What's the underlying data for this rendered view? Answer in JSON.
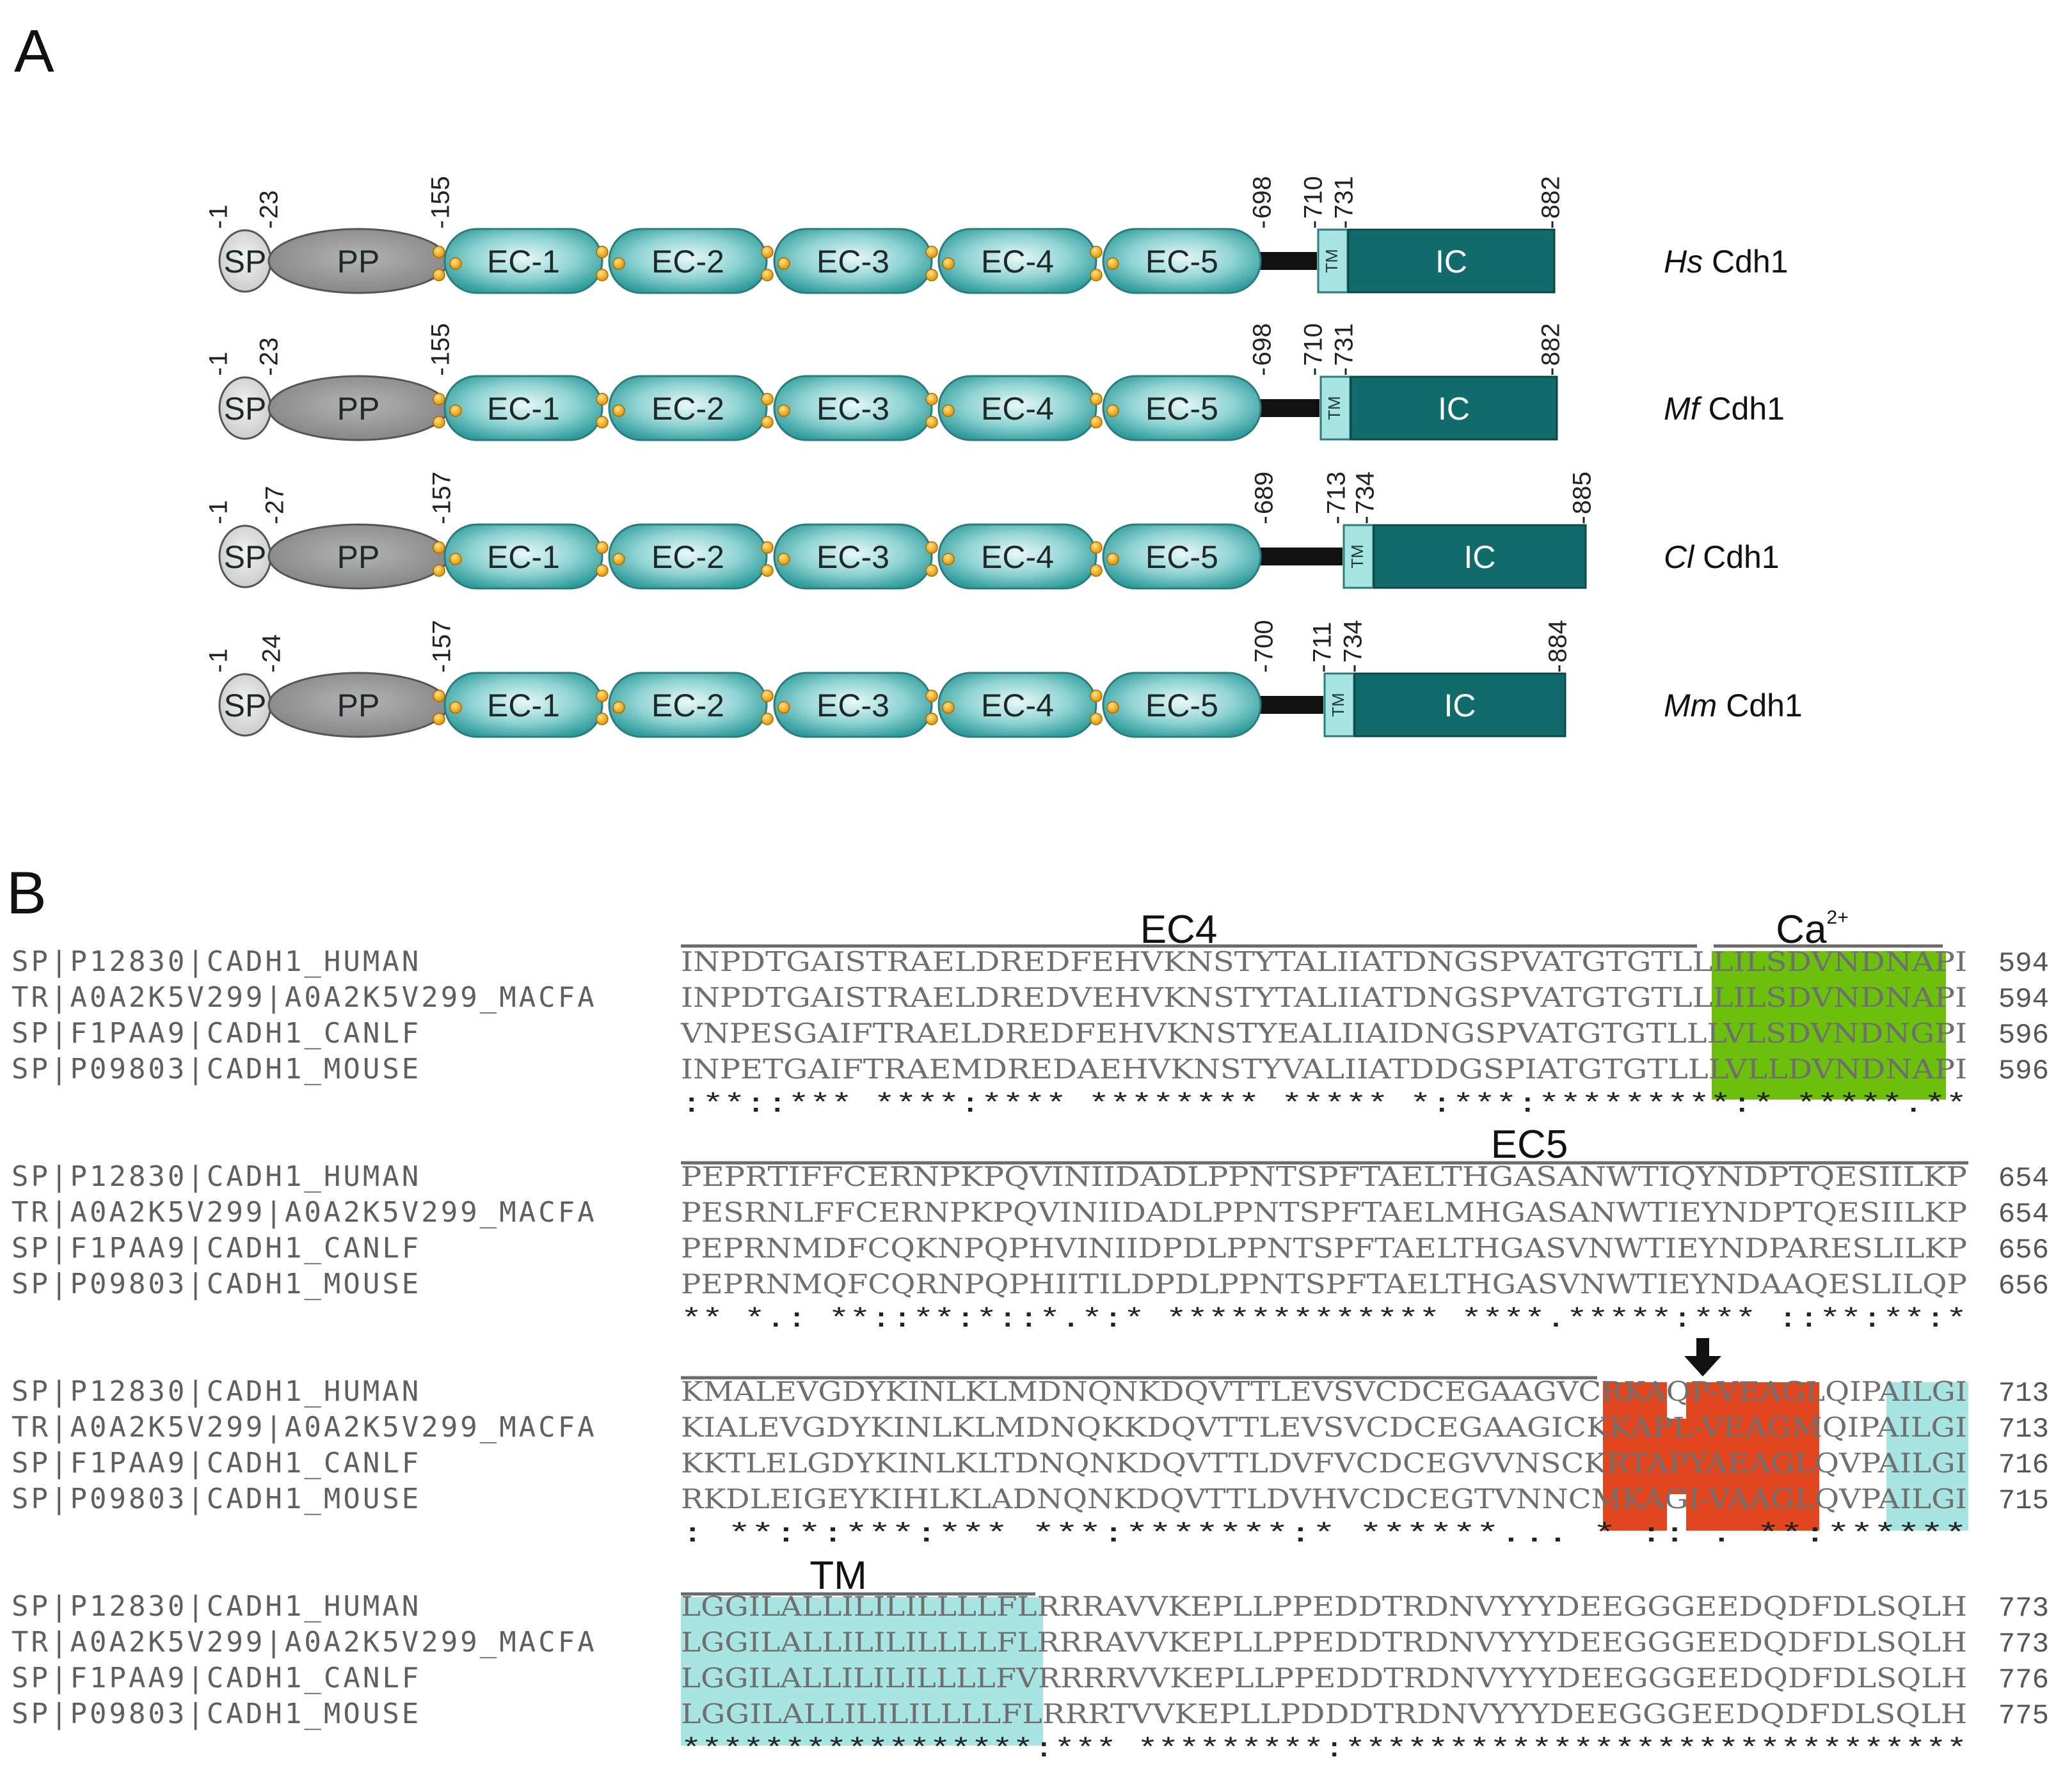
{
  "panelA": {
    "letter": "A",
    "rows": [
      {
        "species_italic": "Hs",
        "species_rest": " Cdh1",
        "sp_label": "SP",
        "pp_label": "PP",
        "ec_labels": [
          "EC-1",
          "EC-2",
          "EC-3",
          "EC-4",
          "EC-5"
        ],
        "tm_label": "TM",
        "ic_label": "IC",
        "positions": [
          "1",
          "23",
          "155",
          "698",
          "710",
          "731",
          "882"
        ]
      },
      {
        "species_italic": "Mf",
        "species_rest": " Cdh1",
        "sp_label": "SP",
        "pp_label": "PP",
        "ec_labels": [
          "EC-1",
          "EC-2",
          "EC-3",
          "EC-4",
          "EC-5"
        ],
        "tm_label": "TM",
        "ic_label": "IC",
        "positions": [
          "1",
          "23",
          "155",
          "698",
          "710",
          "731",
          "882"
        ]
      },
      {
        "species_italic": "Cl",
        "species_rest": " Cdh1",
        "sp_label": "SP",
        "pp_label": "PP",
        "ec_labels": [
          "EC-1",
          "EC-2",
          "EC-3",
          "EC-4",
          "EC-5"
        ],
        "tm_label": "TM",
        "ic_label": "IC",
        "positions": [
          "1",
          "27",
          "157",
          "689",
          "713",
          "734",
          "885"
        ]
      },
      {
        "species_italic": "Mm",
        "species_rest": " Cdh1",
        "sp_label": "SP",
        "pp_label": "PP",
        "ec_labels": [
          "EC-1",
          "EC-2",
          "EC-3",
          "EC-4",
          "EC-5"
        ],
        "tm_label": "TM",
        "ic_label": "IC",
        "positions": [
          "1",
          "24",
          "157",
          "700",
          "711",
          "734",
          "884"
        ]
      }
    ]
  },
  "panelB": {
    "letter": "B",
    "names": [
      "SP|P12830|CADH1_HUMAN",
      "TR|A0A2K5V299|A0A2K5V299_MACFA",
      "SP|F1PAA9|CADH1_CANLF",
      "SP|P09803|CADH1_MOUSE"
    ],
    "blocks": [
      {
        "rows": [
          {
            "seq": "INPDTGAISTRAELDREDFEHVKNSTYTALIIATDNGSPVATGTGTLLLILSDVNDNAPI",
            "num": "594"
          },
          {
            "seq": "INPDTGAISTRAELDREDVEHVKNSTYTALIIATDNGSPVATGTGTLLLILSDVNDNAPI",
            "num": "594"
          },
          {
            "seq": "VNPESGAIFTRAELDREDFEHVKNSTYEALIIAIDNGSPVATGTGTLLLVLSDVNDNGPI",
            "num": "596"
          },
          {
            "seq": "INPETGAIFTRAEMDREDAEHVKNSTYVALIIATDDGSPIATGTGTLLLVLLDVNDNAPI",
            "num": "596"
          }
        ],
        "consensus": ":**::*** ****:**** ******** ***** *:***:*********:* *****.**"
      },
      {
        "rows": [
          {
            "seq": "PEPRTIFFCERNPKPQVINIIDADLPPNTSPFTAELTHGASANWTIQYNDPTQESIILKP",
            "num": "654"
          },
          {
            "seq": "PESRNLFFCERNPKPQVINIIDADLPPNTSPFTAELMHGASANWTIEYNDPTQESIILKP",
            "num": "654"
          },
          {
            "seq": "PEPRNMDFCQKNPQPHVINIIDPDLPPNTSPFTAELTHGASVNWTIEYNDPARESLILKP",
            "num": "656"
          },
          {
            "seq": "PEPRNMQFCQRNPQPHIITILDPDLPPNTSPFTAELTHGASVNWTIEYNDAAQESLILQP",
            "num": "656"
          }
        ],
        "consensus": "** *.: **::**:*::*.*:* ************* ****.*****:*** ::**:**:*"
      },
      {
        "rows": [
          {
            "seq": "KMALEVGDYKINLKLMDNQNKDQVTTLEVSVCDCEGAAGVCRKAQP-VEAGLQIPAILGI",
            "num": "713"
          },
          {
            "seq": "KIALEVGDYKINLKLMDNQKKDQVTTLEVSVCDCEGAAGICKKAPL-VEAGMQIPAILGI",
            "num": "713"
          },
          {
            "seq": "KKTLELGDYKINLKLTDNQNKDQVTTLDVFVCDCEGVVNSCKRTAPYAEAGLQVPAILGI",
            "num": "716"
          },
          {
            "seq": "RKDLEIGEYKIHLKLADNQNKDQVTTLDVHVCDCEGTVNNCMKAGI-VAAGLQVPAILGI",
            "num": "715"
          }
        ],
        "consensus": ":  **:*:***:*** ***:*******:* ******...  *  ::    .  **:******"
      },
      {
        "rows": [
          {
            "seq": "LGGILALLILILILLLLFLRRRAVVKEPLLPPEDDTRDNVYYYDEEGGGEEDQDFDLSQLH",
            "num": "773"
          },
          {
            "seq": "LGGILALLILILILLLLFLRRRAVVKEPLLPPEDDTRDNVYYYDEEGGGEEDQDFDLSQLH",
            "num": "773"
          },
          {
            "seq": "LGGILALLILILILLLLFVRRRRVVKEPLLPPEDDTRDNVYYYDEEGGGEEDQDFDLSQLH",
            "num": "776"
          },
          {
            "seq": "LGGILALLILILILLLLFLRRRTVVKEPLLPDDDTRDNVYYYDEEGGGEEDQDFDLSQLH",
            "num": "775"
          }
        ],
        "consensus": "*****************:*** *********:******************************"
      }
    ],
    "headers": [
      {
        "text": "EC4"
      },
      {
        "text": "Ca",
        "sup": "2+"
      },
      {
        "text": "EC5"
      },
      {
        "text": "TM"
      }
    ],
    "colors": {
      "ca_highlight": "#6cc00c",
      "cleavage_highlight": "#e2461f",
      "tm_highlight": "#a8e4e2"
    }
  }
}
